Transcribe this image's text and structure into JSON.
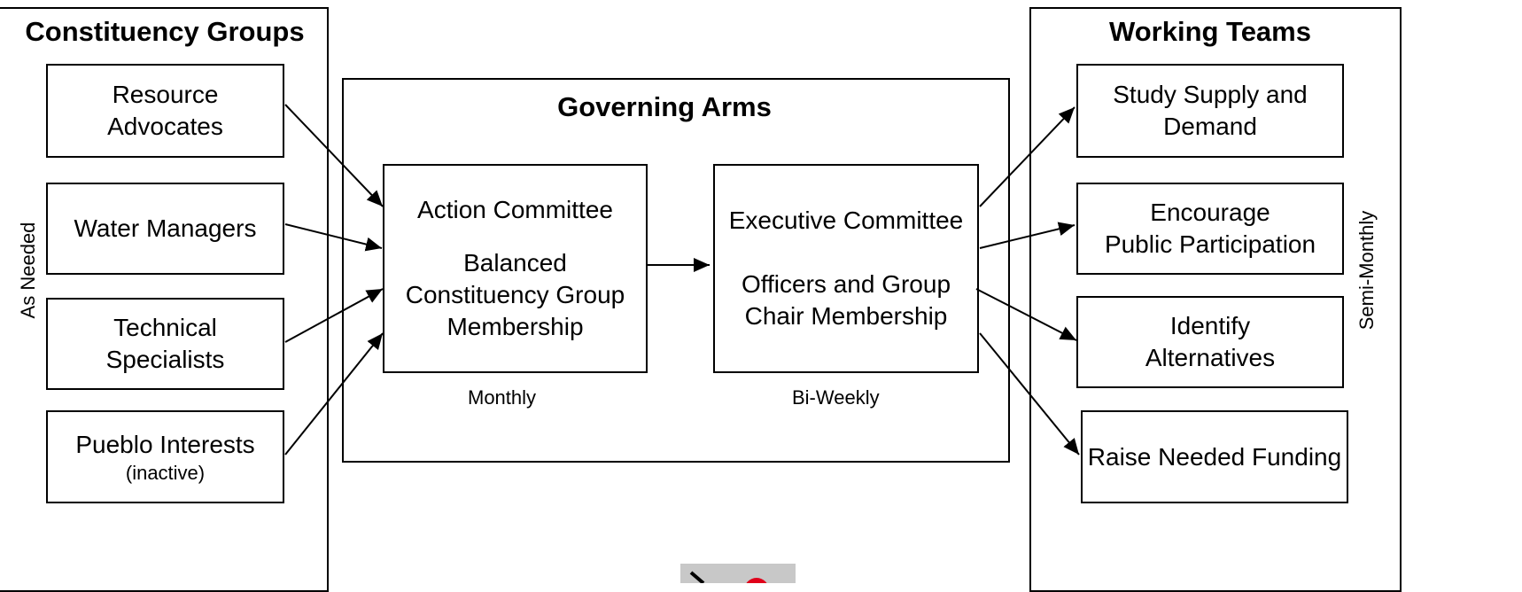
{
  "constituency": {
    "title": "Constituency Groups",
    "side_label": "As Needed",
    "items": [
      {
        "lines": [
          "Resource",
          "Advocates"
        ]
      },
      {
        "lines": [
          "Water Managers"
        ]
      },
      {
        "lines": [
          "Technical",
          "Specialists"
        ]
      },
      {
        "lines": [
          "Pueblo Interests"
        ],
        "note": "(inactive)"
      }
    ]
  },
  "governing": {
    "title": "Governing Arms",
    "action": {
      "name": "Action Committee",
      "lines": [
        "Balanced",
        "Constituency Group",
        "Membership"
      ],
      "frequency": "Monthly"
    },
    "executive": {
      "name": "Executive Committee",
      "lines": [
        "Officers and Group",
        "Chair Membership"
      ],
      "frequency": "Bi-Weekly"
    }
  },
  "working": {
    "title": "Working Teams",
    "side_label": "Semi-Monthly",
    "items": [
      {
        "lines": [
          "Study Supply and",
          "Demand"
        ]
      },
      {
        "lines": [
          "Encourage",
          "Public Participation"
        ]
      },
      {
        "lines": [
          "Identify",
          "Alternatives"
        ]
      },
      {
        "lines": [
          "Raise Needed Funding"
        ]
      }
    ]
  },
  "colors": {
    "line": "#000000",
    "toolbar": "#c8c8c8",
    "close_icon": "#e0001a"
  },
  "icons": [
    "pen-icon",
    "close-icon"
  ]
}
